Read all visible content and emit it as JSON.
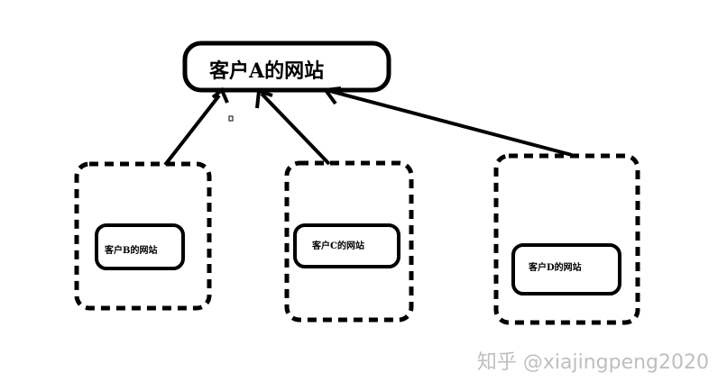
{
  "nodes": {
    "a": {
      "label": "客户A的网站"
    },
    "b": {
      "label": "客户B的网站"
    },
    "c": {
      "label": "客户C的网站"
    },
    "d": {
      "label": "客户D的网站"
    }
  },
  "edges": [
    {
      "from": "b",
      "to": "a"
    },
    {
      "from": "c",
      "to": "a"
    },
    {
      "from": "d",
      "to": "a"
    }
  ],
  "watermark": "知乎 @xiajingpeng2020",
  "colors": {
    "stroke": "#000000",
    "background": "#ffffff",
    "watermark": "#bfbfbf"
  }
}
